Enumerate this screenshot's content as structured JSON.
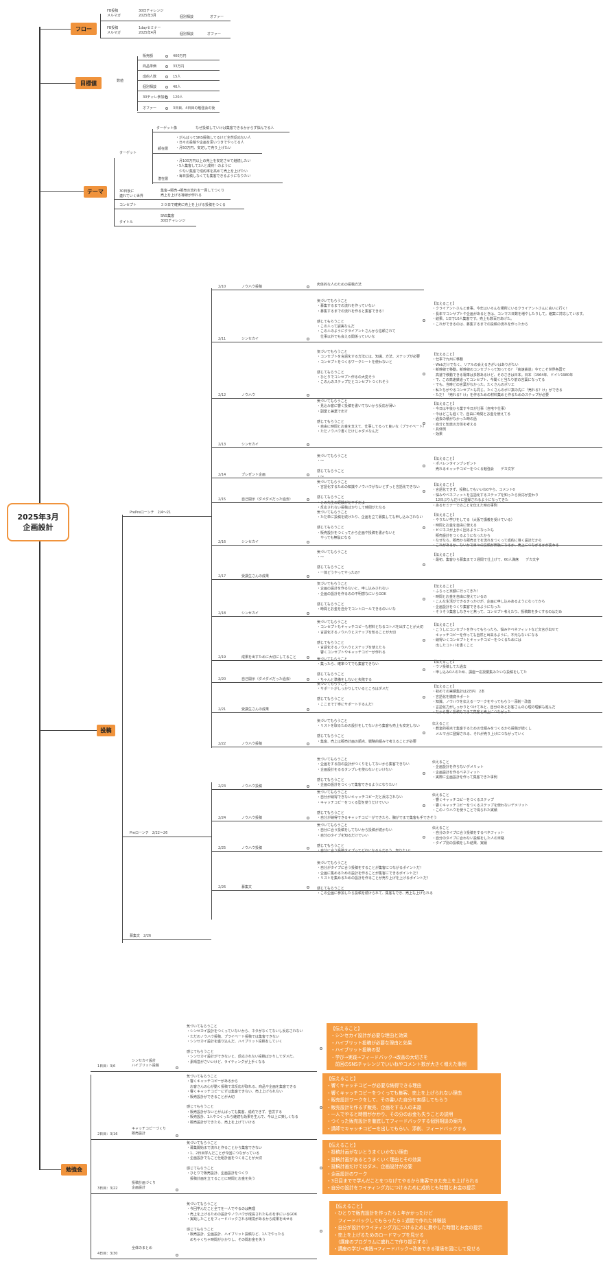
{
  "root": {
    "title": "2025年3月\n企画設計"
  },
  "topics": {
    "flow": "フロー",
    "goals": "目標値",
    "theme": "テーマ",
    "posts": "投稿",
    "study": "勉強会"
  },
  "flow": {
    "r1": {
      "a": "FB投稿\nメルマガ",
      "b": "30日チャレンジ\n2025年3月",
      "c": "個別相談",
      "d": "オファー"
    },
    "r2": {
      "a": "FB投稿\nメルマガ",
      "b": "1dayセミナー\n2025年4月",
      "c": "個別相談",
      "d": "オファー"
    }
  },
  "goals": {
    "label": "数値",
    "items": [
      {
        "k": "販売額",
        "v": "400万円"
      },
      {
        "k": "商品単価",
        "v": "33万円"
      },
      {
        "k": "成約人数",
        "v": "15人"
      },
      {
        "k": "個別相談",
        "v": "40人"
      },
      {
        "k": "30チャレ参加者",
        "v": "120人"
      },
      {
        "k": "オファー",
        "v": "3日目、4日目の勉強会の後"
      }
    ]
  },
  "theme": {
    "target": "ターゲット",
    "target_img_k": "ターゲット像",
    "target_img_v": "なぜ投稿していけば集客できるかからず悩んでる人",
    "kaiko_k": "顧在層",
    "kaiko_v": "・がんばってSNS投稿してるけど全然反応ない人\n・日々の投稿や企画を思いつきでやってる人\n・月50万円、安定して売り上げたい",
    "senzai_k": "潜在層",
    "senzai_v": "・月100万円以上の売上を安定させて継続したい\n・5人集客して3人と成約！のように\n　少ない集客で成約率を高めて売上を上げたい\n・毎日投稿しなくても集客できるようになりたい",
    "world_k": "30日後に\n連れていく世界",
    "world_v": "集客→販売→販売の流れを一貫してつくり\n売上を上げる導線が作れる",
    "concept_k": "コンセプト",
    "concept_v": "３０日で確実に売上を上げる投稿をつくる",
    "title_k": "タイトル",
    "title_v": "SNS集客\n30日チャレンジ"
  },
  "posts": {
    "phase1": "PrePreローンチ　2/4〜21",
    "phase2": "Preローンチ　2/22〜26",
    "phase3": "募集文　2/26",
    "days": [
      {
        "date": "2/10",
        "label": "ノウハウ投稿",
        "body": "肉体的な人のための投稿方法",
        "note": ""
      },
      {
        "date": "2/11",
        "label": "シンセカイ",
        "body": "気づいてもらうこと\n・募集するまでの流れを作っていない\n・募集するまでの流れを作ると集客できる！\n\n感じてもらうこと\n・この人って誠実なんだ\n・この人のようにクライアントさんから信頼されて\n　仕事以外でも会える関係っていいな",
        "note": "【伝えること】\n・クライアントさんと食事。今年はいろんな場所にいるクライアントさんに会いに行く！\n・長年マコンサプトや企画があるときは、コンマス日数を増やしたりして。継案に対応しています。\n・結果、1日で10人集客です。売上も数百万あげた。\n・これができるのは、募集するまでの投稿の流れを作ったから"
      },
      {
        "date": "2/12",
        "label": "ノウハウ",
        "body": "気づいてもらうこと\n・コンセプトを言語化する方法には、知識、方法、ステップが必要\n・コンセプトをつくるワークシートを使わないと\n\n感じてもらうこと\n・ひとりでコンセプト作るの大変そう\n・このんのステップだとコンセプトつくれそう",
        "note": "【伝えること】\n・仕事で九州に移動\n・Webだけでなく、リアルの会えるきがいはありがたい\n・新幹線で移動。新幹線のコンセプトって知ってる？『高速鉄道』今でこそ世界各国で\n　高速で移動できる電車は多数あるけど、そのさきは日本。日本（1964年、ドイツ1980年\n・で、この高速鉄道ってコンセプト、今聞くと当たり前の言葉になってる\n・でも、当時どの言葉がなかった。たくさんのポリエ\n・私たちがやるコンセプトも同じ。たくさんのポジ案の先に『売れる？け』ができる\n・ただ！『売れる？け』を作るための材料集めと作るためのステップが必要"
      },
      {
        "date": "2/13",
        "label": "シンセカイ",
        "body": "気づいてもらうこと\n・見込み客に響く投稿を書いてないから反応が薄い\n・副業と兼業で出す\n\n感じてもらうこと\n・自由に時間とお金を支えて、仕事してるって良いな（プライベート）\n・ただノウハウ書くだけじゃダメなんだ",
        "note": "【伝えること】\n・今日は午後から業す今日が仕事（自宅や仕事）\n・今はどこも遅くで、自由に時間とお金を使えてる\n・過去の積がなかった時の話\n・自分と知恵の方体を考える\n・具体例\n・効果"
      },
      {
        "date": "2/14",
        "label": "プレゼント企画",
        "body": "気づいてもらうこと\n・〜\n\n感じてもらうこと\n・〜",
        "note": "【伝えること】\n・ポバレンタインプレゼント\n　売れるキャッチコピーをつくる勉強会　　デカ文字"
      },
      {
        "date": "2/15",
        "label": "自己開示（ダメダメだった過去）",
        "body": "気づいてもらうこと\n・言語化するための知識やノウハウがないとずっと言語化できない\n\n感じてもらうこと\n・この先生の経験がだ不手だよ\n・反応されない投稿ばかりして時間がたなる",
        "note": "【伝えること】\n・言語化できず、投稿してもいいね0やら、コメント0\n・悩みやベネフィットを言語化するステップを知ったら反応が変わり\n　12日ぶりんだけに登録されるようになってきた\n・あるセミナーでのことを伝えた時の事例"
      },
      {
        "date": "2/16",
        "label": "シンセカイ",
        "body": "気づいてもらうこと\n・ただ単に投稿を続けたり、企画を立て募集しても申し込みされない\n\n感じてもらうこと\n・販売設計をつくってから企画や投稿を書かないと\n　やっても無駄になる",
        "note": "【伝えること】\n・やりたい学びをしてる（大阪で講義を受けている）\n・時間とお金を自由に使える\n・ビジネスが上手く回るようになったも\n　販売設計をつくるようになったから\n・なぜなら、販売から販売までを流れをつくって成約に導く設計だから\n・これがあるか、ないかで日々の投稿が無駄になるか、売上につながるかが変わる"
      },
      {
        "date": "2/17",
        "label": "受講生さんの成果",
        "body": "気づいてもらうこと\n・〜\n\n感じてもらうこと\n・一体どうやってやったの？",
        "note": "【伝えること】\n・最初、集客から募集まで３週間で仕上げて、60人満席　　デカ文字"
      },
      {
        "date": "2/18",
        "label": "シンセカイ",
        "body": "気づいてもらうこと\n・企画の設計を作るないと、申し込みされない\n・企画の設計を作るのの不明感なにいらGOK\n\n感じてもらうこと\n・時間とお金を自分でコントロールできるのいいな",
        "note": "【伝えること】\n・ふらっと京都に行ってきた！\n・時間とお金を自由に使えているの\n・こんな生活ができるきっかけが、企画に申し込みあるようになってから\n・企画設計をつくり集客できるようになった\n・そうそう集客しなきゃと焦って、コンセプト考えたり、投稿数を多くするのはだめ"
      },
      {
        "date": "2/19",
        "label": "成果を出すために大切にしてること",
        "body": "気づいてもらうこと\n・コンセプトもキャッチコピーも材料となるコトバを出すことが大切\n・言語化するノウハウとステップを知ることが大切\n\n感じてもらうこと\n・言語化するノウハウとステップを使えたら\n　響くコンセプトやキャッチコピーが作れる",
        "note": "【伝えること】\n・こうしにコンセプトを作ってもらったら、悩みやベネフィットなど文言が出せて\n　キャッチコピーを作っても自然と出来るように。不元もないになる\n・納得いくコンセプトとキャッチコピーをつくるためには\n　出したコトバを書くこと"
      },
      {
        "date": "2/20",
        "label": "自己開示（ダメダメだった過去）",
        "body": "気づいてもらうこと\n・集ったら、確率つてでも集客できない\n\n感じてもらうこと\n・ちゃんと準備をしないと失敗する",
        "note": "【伝えること】\n・ウソ投稿してた過去\n・申し込み0人のため、講座一応授業集みたいな投稿をしてた"
      },
      {
        "date": "2/21",
        "label": "受講生さんの成果",
        "body": "気づいてもらうこと\n・サポートがしっかりしているところはダメだ\n\n感じてもらうこと\n・ここまで丁寧にサポートするんだ！",
        "note": "【伝えること】\n・初めての実績集計は2万円　2本\n・言語化を徹底サポート\n・知識、ノウハウを伝えるーワークをやってもらうー添削ー改善\n・言語化力がしっかりとつけてねと、自分のあとお客さんの心理の理解も進んだ\n・だから響く投稿もできて集客と売上につながった"
      },
      {
        "date": "2/22",
        "label": "ノウハウ投稿",
        "body": "気づいてもらうこと\n・リストを取るための設計をしてないから集客も売上も安定しない\n\n感じてもらうこと\n・集客、売上は販売計画の順点、戦略的組みで考えることが必要",
        "note": "伝えること\n・教室的視点で集客するための仕組みをつくるから投稿が続くし\n　メルマガに登録される、それが売り上げにつながっていく"
      },
      {
        "date": "2/23",
        "label": "ノウハウ投稿",
        "body": "気づいてもらうこと\n・企画をする前の設計がつくりをしてないから集客できない\n・企画設計をるるタンプレを使わないといけない\n\n感じてもらうこと\n・企画の設計をつくって集客できるようになりたい！",
        "note": "伝えること\n・企画設計を作らないデメリット\n・企画設計を作るベネフィット\n・実際に企画設計を作って集客できた事例"
      },
      {
        "date": "2/24",
        "label": "ノウハウ投稿",
        "body": "気づいてもらうこと\n・自分が納得できないキャッチコピーだと反応されない\n・キャッチコピーをつくる型を使うだけでいい\n\n感じてもらうこと\n・自分が納得できるキャッチコピーができたら、胸がでまで集客も手できそう",
        "note": "伝えること\n・響くキャッチコピーをつくるステップ\n・響くキャッチコピーをつくるステップを使わないデメリット\n・このノウハウを使うことで得られた実績"
      },
      {
        "date": "2/25",
        "label": "ノウハウ投稿",
        "body": "気づいてもらうこと\n・自分に合う投稿をしてないから投稿が続かない\n・自分のタイプを知るだけでいい\n\n感じてもらうこと\n・自分に合う投稿タイプってどれになるんだろう、知りたい！",
        "note": "伝えること\n・自分のタイプに合う投稿をするベネフィット\n・自分のタイプに合わない投稿をした人の末路\n・タイプ別の投稿をした結果、実績"
      },
      {
        "date": "2/26",
        "label": "募集文",
        "body": "気づいてもらうこと\n・自分がタイプに合う投稿をすることが集客につながるポイントだ！\n・企画に集めるための設計を作ることが集客にできるポイントだ！\n・リストを集めるための設計を作ることが売り上げを上げるポイントだ！\n\n感じてもらうこと\n・この企画に参加したら投稿を続けられて、集客もでき、売上も上げられる",
        "note": ""
      }
    ]
  },
  "study": {
    "sessions": [
      {
        "date": "1日目：3/6",
        "title": "シンセカイ設計\nハイブリット投稿",
        "body": "気づいてもらうこと\n・シンセカイ設計をつくっていないから、ネタがなくてないし反応されない\n・ただのノウハウ投稿、プライベート投稿では集客できない\n・シンセカイ設計を盛り込んだ、ハイブリット投稿をしていく\n\n感じてもらうこと\n・シンセカイ設計ができないと、反応されない投稿ばかりしてダメだ。\n・素晴営がさいいけど、ライティングが上手くなる",
        "box": "【伝えること】\n・シンセカイ設計が必要な理由と効果\n・ハイブリット投稿が必要な理由と効果\n・ハイブリット投稿の型\n・学び→実践→フィードバック→改善の大切さを\n　前回のSNSチャレンジでいいねやコメント数が大きく増えた事例"
      },
      {
        "date": "2日目：3/16",
        "title": "キャッチコピーづくり\n販売設計",
        "body": "気づいてもらうこと\n・響くキャッチコピーがあるから\n　お客さんの心が動く投稿で非反応が取れる、商品や企画を集客できる\n・響くキャッチコピーにずは集客できない、売上上げられない\n・販売設計ができることが大切\n\n感じてもらうこと\n・販売設計がないとがんばっても集客、成約できず、苦労する\n・販売設計、1人やつくったら継続も効果を生んで、今以上に楽しくなる\n・販売設計ができたら、売上を上げていける",
        "box": "【伝えること】\n・響くキャッチコピーが必要な納得できる理由\n・響くキャッチコピーをつくっても集客、売上を上げられない理由\n・販売設計ワークをして、その書いた自分を実感してもらう\n・販売設計を作るず販売、企画をする人の末路\n・一人でやると時間がかかり、その分のお金も失うことの説明\n・つくった販売設計を徹底してフィードバックする個別相談の案内\n・講師でキャッチコピーを出してもらい、添削、フィードバックする"
      },
      {
        "date": "3日目：3/22",
        "title": "投稿計画づくり\n企画設計",
        "body": "気づいてもらうこと\n・募集開始まで流れと作ることから集客できない\n・1、2日目学んだことが今回につながっている\n・企画設計でもこと仕組計画をつくることが大切\n\n感じてもらうこと\n・ひとりで販売設計、企画設計をつくり\n　投稿計画を立てることに時間とお金を失う",
        "box": "【伝えること】\n・投稿計画がないとうまくいかない理由\n・投稿計画があるとうまくいく理由とその効果\n・投稿計画だけではダメ、企画設計が必要\n・企画設計のワーク\n・3日目までで学んだことをつなげてやるから集客できた売上を上げられる\n・自分の設計をライティング力につけるために成約とも時間とお金の提示"
      },
      {
        "date": "4日目：3/30",
        "title": "全体のまとめ",
        "body": "気づいてもらうこと\n・今回学んだこと全てを一人でやるのは無理\n・売上を上げるための設計やノウハウが成長されたものを手にいるGOK\n・実践したことをフィードバックされる環境があるから成果を出せる\n\n感じてもらうこと\n・販売設計、企画設計、ハイブリット投稿など、1人でやったら\n　めちゃくちゃ時間がかかりし、その間お金を失う",
        "box": "【伝えること】\n・ひとりで販売設計を作ったら１年かかったけど\n　フィードバックしてもらったら１週間で作れた体験談\n・自分が設計やライティング力につけるために費やした時間とお金の提示\n・売上を上げるためのロードマップを見せる\n　（講座のプログラムに盛れこで作り提示する）\n・講座の学び→実践→フィードバック→改善できる環境を図にして見せる"
      }
    ]
  },
  "colors": {
    "accent": "#f0933c",
    "box": "#f59c42",
    "line": "#444444"
  }
}
